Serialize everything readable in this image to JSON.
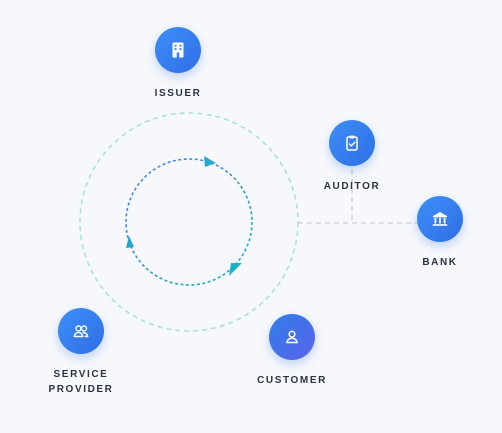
{
  "nodes": {
    "issuer": {
      "label": "ISSUER",
      "icon": "building-icon"
    },
    "auditor": {
      "label": "AUDITOR",
      "icon": "clipboard-check-icon"
    },
    "bank": {
      "label": "BANK",
      "icon": "bank-icon"
    },
    "customer": {
      "label": "CUSTOMER",
      "icon": "user-icon"
    },
    "service_provider": {
      "label_line1": "SERVICE",
      "label_line2": "PROVIDER",
      "icon": "users-icon"
    }
  },
  "colors": {
    "node_fill": "#3585f0",
    "outer_ring": "#a9e3d5",
    "inner_ring_a": "#4f7de8",
    "inner_ring_b": "#19b3c8",
    "connector": "#c9cdd3",
    "label_text": "#2b3240",
    "background": "#f7f8fb"
  }
}
